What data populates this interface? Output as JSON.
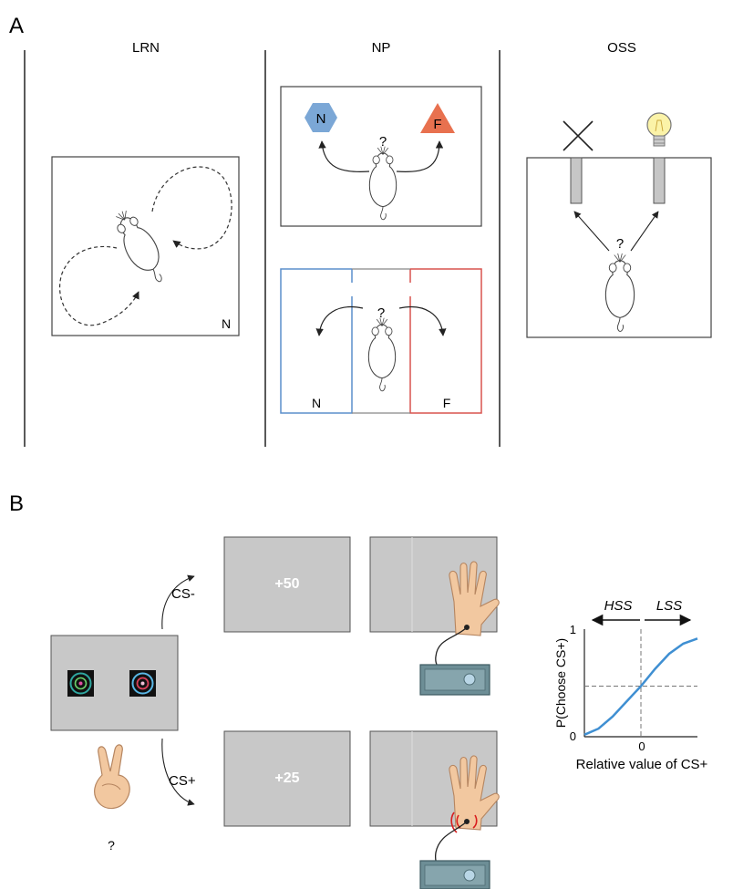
{
  "panel_a": {
    "label": "A",
    "sections": [
      {
        "title": "LRN",
        "box_label": "N"
      },
      {
        "title": "NP",
        "top_left_label": "N",
        "top_right_label": "F",
        "question": "?",
        "bottom_left_label": "N",
        "bottom_right_label": "F",
        "bottom_question": "?"
      },
      {
        "title": "OSS",
        "question": "?"
      }
    ],
    "colors": {
      "blue": "#7ba7d6",
      "orange": "#e8714f",
      "blue_line": "#5b8fcc",
      "red_line": "#d9534f"
    }
  },
  "panel_b": {
    "label": "B",
    "cs_minus_label": "CS-",
    "cs_plus_label": "CS+",
    "reward_top": "+50",
    "reward_bottom": "+25",
    "hand_question": "?",
    "chart_data": {
      "type": "line",
      "ylabel": "P(Choose CS+)",
      "xlabel": "Relative value of CS+",
      "y_ticks": [
        "1",
        "0"
      ],
      "x_ticks": [
        "0"
      ],
      "left_arrow_label": "HSS",
      "right_arrow_label": "LSS",
      "ylim": [
        0,
        1
      ],
      "reference_line_y": 0.5,
      "reference_line_x": 0,
      "series": [
        {
          "x": [
            -1,
            -0.75,
            -0.5,
            -0.25,
            0,
            0.25,
            0.5,
            0.75,
            1
          ],
          "y": [
            0.02,
            0.08,
            0.2,
            0.35,
            0.5,
            0.67,
            0.82,
            0.92,
            0.97
          ]
        }
      ],
      "color": "#3f8fd2"
    }
  }
}
